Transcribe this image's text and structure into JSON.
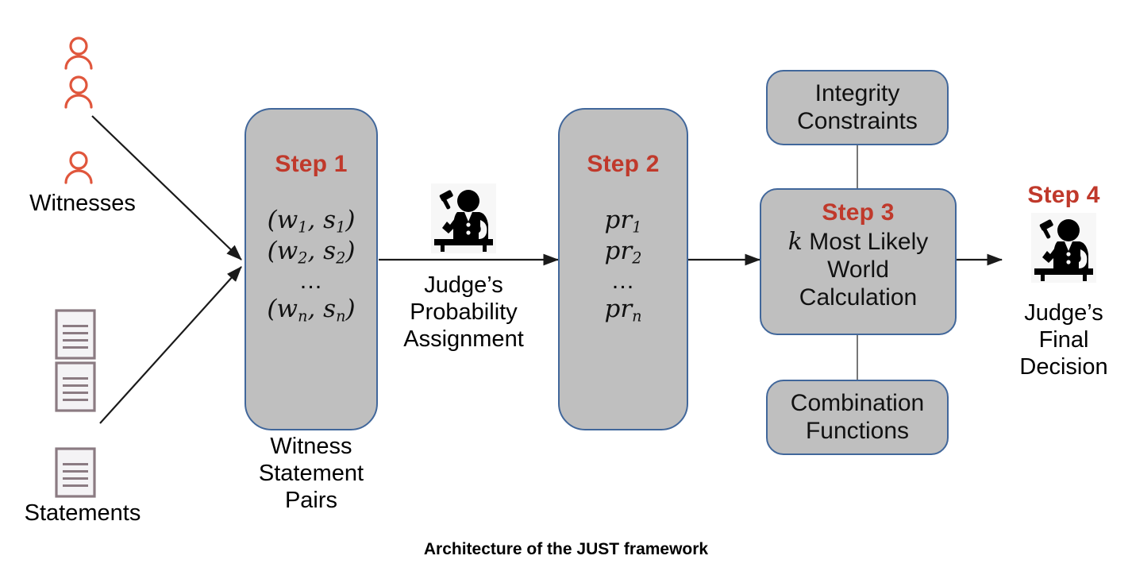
{
  "figure": {
    "caption": "Architecture of the JUST framework"
  },
  "colors": {
    "box_fill": "#bfbfbf",
    "box_border": "#41679b",
    "step_label": "#c0392b",
    "person_icon": "#e0563c",
    "document_icon": "#8b7b82",
    "arrow": "#1a1a1a",
    "background": "#ffffff"
  },
  "inputs": {
    "witnesses": {
      "label": "Witnesses",
      "icon": "person-icon",
      "count": 3
    },
    "statements": {
      "label": "Statements",
      "icon": "document-icon",
      "count": 3
    }
  },
  "steps": [
    {
      "id": "step-1",
      "title": "Step 1",
      "body_lines": [
        "(w₁, s₁)",
        "(w₂, s₂)",
        "…",
        "(wₙ, sₙ)"
      ],
      "caption": "Witness\nStatement\nPairs"
    },
    {
      "id": "step-2",
      "title": "Step 2",
      "body_lines": [
        "pr₁",
        "pr₂",
        "…",
        "prₙ"
      ],
      "caption": ""
    },
    {
      "id": "step-3",
      "title": "Step 3",
      "body_lines": [
        "k Most Likely",
        "World",
        "Calculation"
      ],
      "caption": ""
    },
    {
      "id": "step-4",
      "title": "Step 4",
      "body_lines": [],
      "caption": "Judge’s\nFinal\nDecision",
      "icon": "judge-icon"
    }
  ],
  "transitions": {
    "step1_to_step2": {
      "label": "Judge’s\nProbability\nAssignment",
      "icon": "judge-icon"
    }
  },
  "side_boxes": [
    {
      "id": "integrity-constraints",
      "lines": [
        "Integrity",
        "Constraints"
      ]
    },
    {
      "id": "combination-functions",
      "lines": [
        "Combination",
        "Functions"
      ]
    }
  ],
  "math": {
    "step1": {
      "pair1_open": "(",
      "pair1_w": "w",
      "pair1_w_sub": "1",
      "pair1_sep": ", ",
      "pair1_s": "s",
      "pair1_s_sub": "1",
      "pair1_close": ")",
      "pair2_w_sub": "2",
      "pair2_s_sub": "2",
      "pairn_w_sub": "n",
      "pairn_s_sub": "n",
      "ellipsis": "…"
    },
    "step2": {
      "pr": "pr",
      "sub1": "1",
      "sub2": "2",
      "subn": "n",
      "ellipsis": "…"
    },
    "step3": {
      "k": "k",
      "rest_line1": " Most Likely",
      "line2": "World",
      "line3": "Calculation"
    }
  }
}
